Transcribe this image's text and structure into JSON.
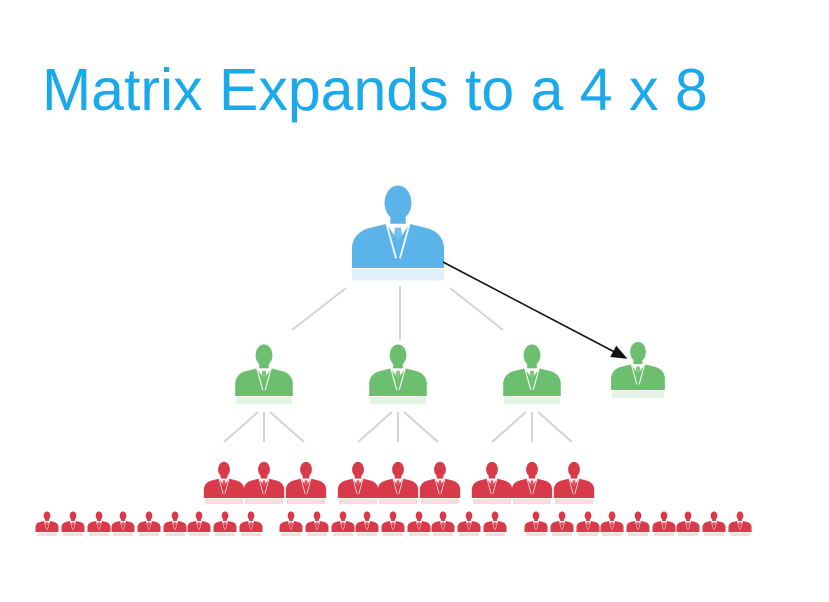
{
  "title": "Matrix Expands to a 4 x 8",
  "colors": {
    "title": "#1aa9ea",
    "top_person": "#5ab4ea",
    "level1_person": "#6cbf6e",
    "level2_person": "#d93a4a",
    "connector": "#d4d4d4",
    "arrow": "#111111"
  },
  "icon": "person-in-suit-icon",
  "matrix": {
    "top_count": 1,
    "level1_count": 3,
    "added_level1_count": 1,
    "level2_count": 9,
    "bottom_count": 27
  }
}
